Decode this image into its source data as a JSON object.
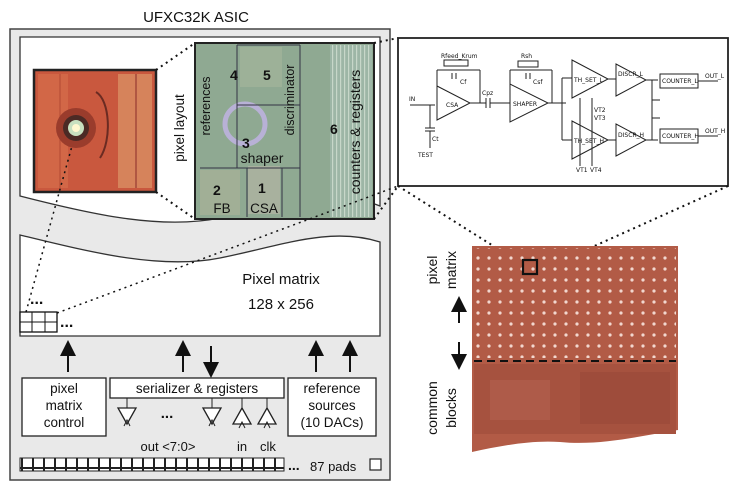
{
  "title": "UFXC32K ASIC",
  "pixel_layout_label": "pixel layout",
  "layout_blocks": {
    "b1_num": "1",
    "b1_name": "CSA",
    "b2_num": "2",
    "b2_name": "FB",
    "b3_num": "3",
    "b3_name": "shaper",
    "b4_num": "4",
    "b4_name": "references",
    "b5_num": "5",
    "b5_name": "discriminator",
    "b6_num": "6",
    "b6_name": "counters & registers"
  },
  "pixel_matrix": {
    "title": "Pixel matrix",
    "size": "128 x 256",
    "dots_small": "...",
    "dots_row": "..."
  },
  "blocks": {
    "matrix_control_line1": "pixel",
    "matrix_control_line2": "matrix",
    "matrix_control_line3": "control",
    "serializer": "serializer & registers",
    "serializer_dots": "...",
    "reference_line1": "reference",
    "reference_line2": "sources",
    "reference_line3": "(10 DACs)"
  },
  "io_labels": {
    "out": "out <7:0>",
    "in": "in",
    "clk": "clk"
  },
  "pads": {
    "dots": "...",
    "label": "87 pads"
  },
  "schematic": {
    "in": "IN",
    "test": "TEST",
    "ct": "Ct",
    "rfeed": "Rfeed_Krum",
    "cf": "Cf",
    "csa": "CSA",
    "cpz": "Cpz",
    "rsh": "Rsh",
    "csf": "Csf",
    "shaper": "SHAPER",
    "th_l": "TH_SET_L",
    "th_h": "TH_SET_H",
    "discr_l": "DISCR_L",
    "discr_h": "DISCR_H",
    "vt1": "VT1",
    "vt2": "VT2",
    "vt3": "VT3",
    "vt4": "VT4",
    "counter_l": "COUNTER_L",
    "counter_h": "COUNTER_H",
    "out_l": "OUT_L",
    "out_h": "OUT_H"
  },
  "photo_labels": {
    "pixel_matrix": "pixel\nmatrix",
    "pm_line1": "pixel",
    "pm_line2": "matrix",
    "cb_line1": "common",
    "cb_line2": "blocks"
  },
  "colors": {
    "chip_red": "#c9583e",
    "die_brown": "#b25b46",
    "layout_green": "#8fa992"
  }
}
